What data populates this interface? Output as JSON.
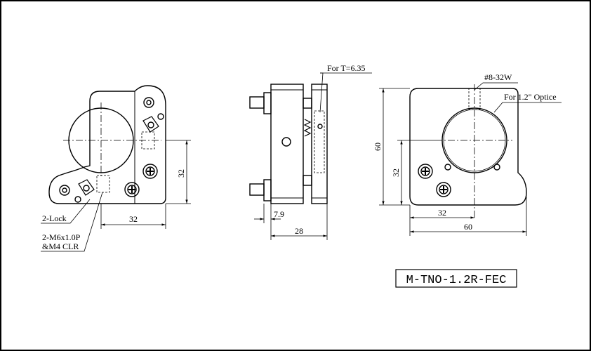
{
  "front_view": {
    "lock_note": "2-Lock",
    "thread_note_line1": "2-M6x1.0P",
    "thread_note_line2": "&M4 CLR",
    "dim_vertical": "32",
    "dim_horizontal": "32"
  },
  "side_view": {
    "thickness_note": "For T=6.35",
    "dim_small": "7.9",
    "dim_width": "28"
  },
  "back_view": {
    "screw_note": "#8-32W",
    "optic_note": "For 1.2\" Optice",
    "dim_height": "60",
    "dim_vertical": "32",
    "dim_horizontal": "32",
    "dim_width": "60"
  },
  "part_number": "M-TNO-1.2R-FEC"
}
